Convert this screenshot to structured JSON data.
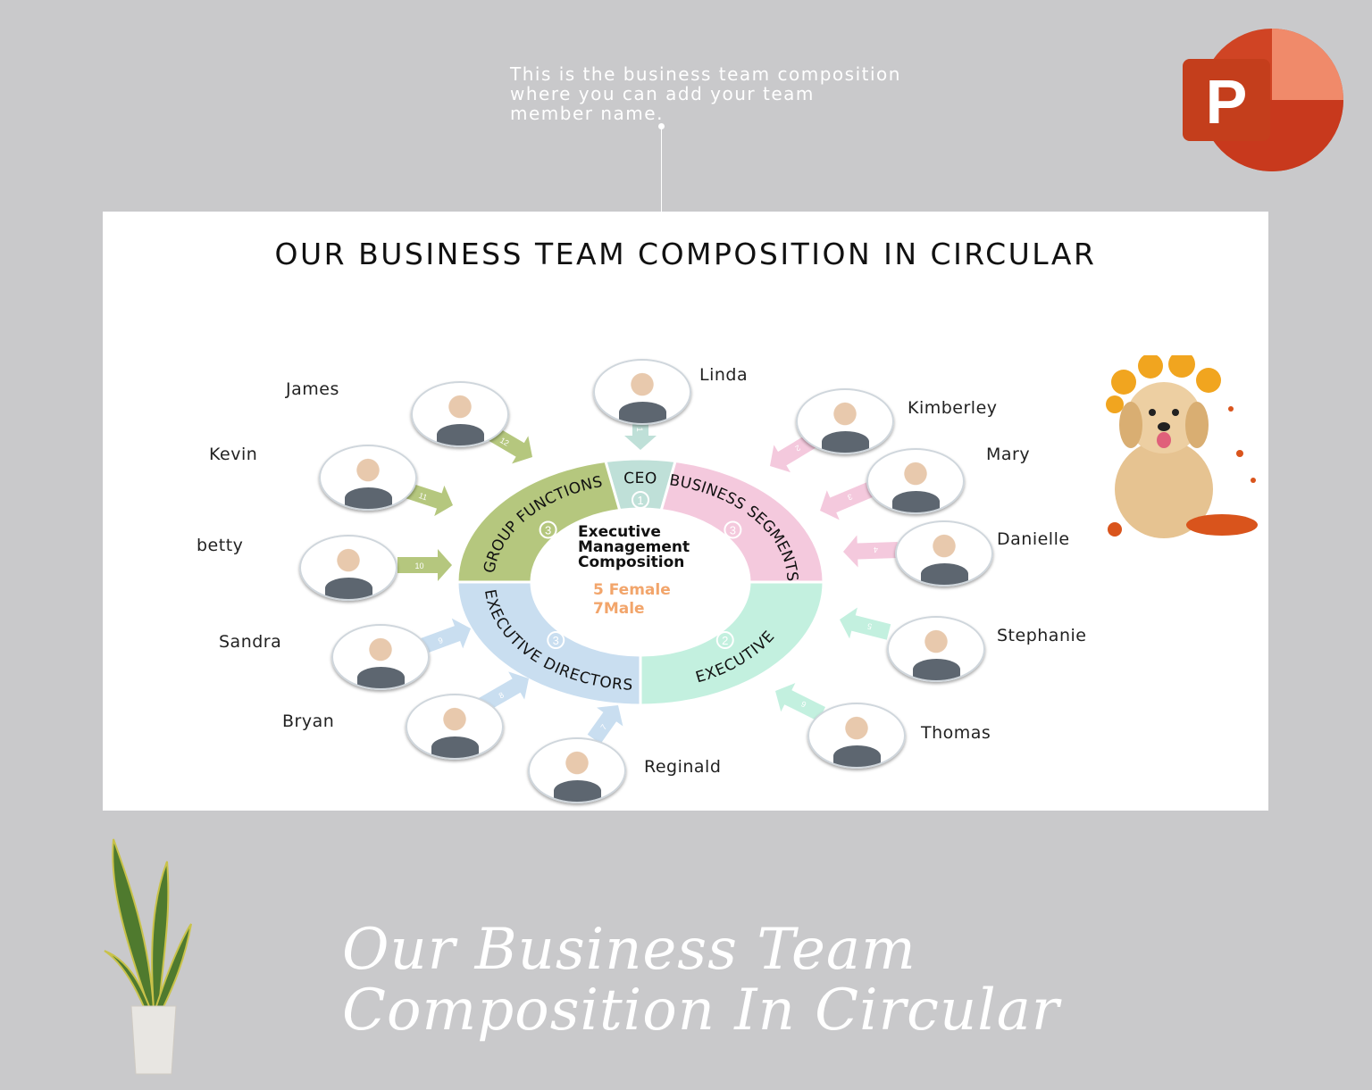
{
  "caption": "This is the business team composition where you can add your team member name.",
  "slide": {
    "title": "OUR BUSINESS TEAM COMPOSITION IN CIRCULAR",
    "center": {
      "title_lines": [
        "Executive",
        "Management",
        "Composition"
      ],
      "female": "5 Female",
      "male": "7Male"
    },
    "segments": [
      {
        "label": "CEO",
        "count": "1",
        "color": "#bfe0d8"
      },
      {
        "label": "BUSINESS SEGMENTS",
        "count": "3",
        "color": "#f4c9dd"
      },
      {
        "label": "EXECUTIVE",
        "count": "2",
        "color": "#c3f0df"
      },
      {
        "label": "EXECUTIVE DIRECTORS",
        "count": "3",
        "color": "#c9def0"
      },
      {
        "label": "GROUP FUNCTIONS",
        "count": "3",
        "color": "#b5c77e"
      }
    ],
    "people": [
      {
        "name": "Linda",
        "number": "1",
        "segment": 0
      },
      {
        "name": "Kimberley",
        "number": "2",
        "segment": 1
      },
      {
        "name": "Mary",
        "number": "3",
        "segment": 1
      },
      {
        "name": "Danielle",
        "number": "4",
        "segment": 1
      },
      {
        "name": "Stephanie",
        "number": "5",
        "segment": 2
      },
      {
        "name": "Thomas",
        "number": "6",
        "segment": 2
      },
      {
        "name": "Reginald",
        "number": "7",
        "segment": 3
      },
      {
        "name": "Bryan",
        "number": "8",
        "segment": 3
      },
      {
        "name": "Sandra",
        "number": "9",
        "segment": 3
      },
      {
        "name": "betty",
        "number": "10",
        "segment": 4
      },
      {
        "name": "Kevin",
        "number": "11",
        "segment": 4
      },
      {
        "name": "James",
        "number": "12",
        "segment": 4
      }
    ]
  },
  "logo": {
    "letter": "P",
    "icon": "powerpoint-logo"
  },
  "decorations": [
    "golden-retriever-puppy-with-autumn-leaves",
    "snake-plant-in-pot"
  ],
  "bottom_title": [
    "Our Business Team",
    "Composition In Circular"
  ]
}
